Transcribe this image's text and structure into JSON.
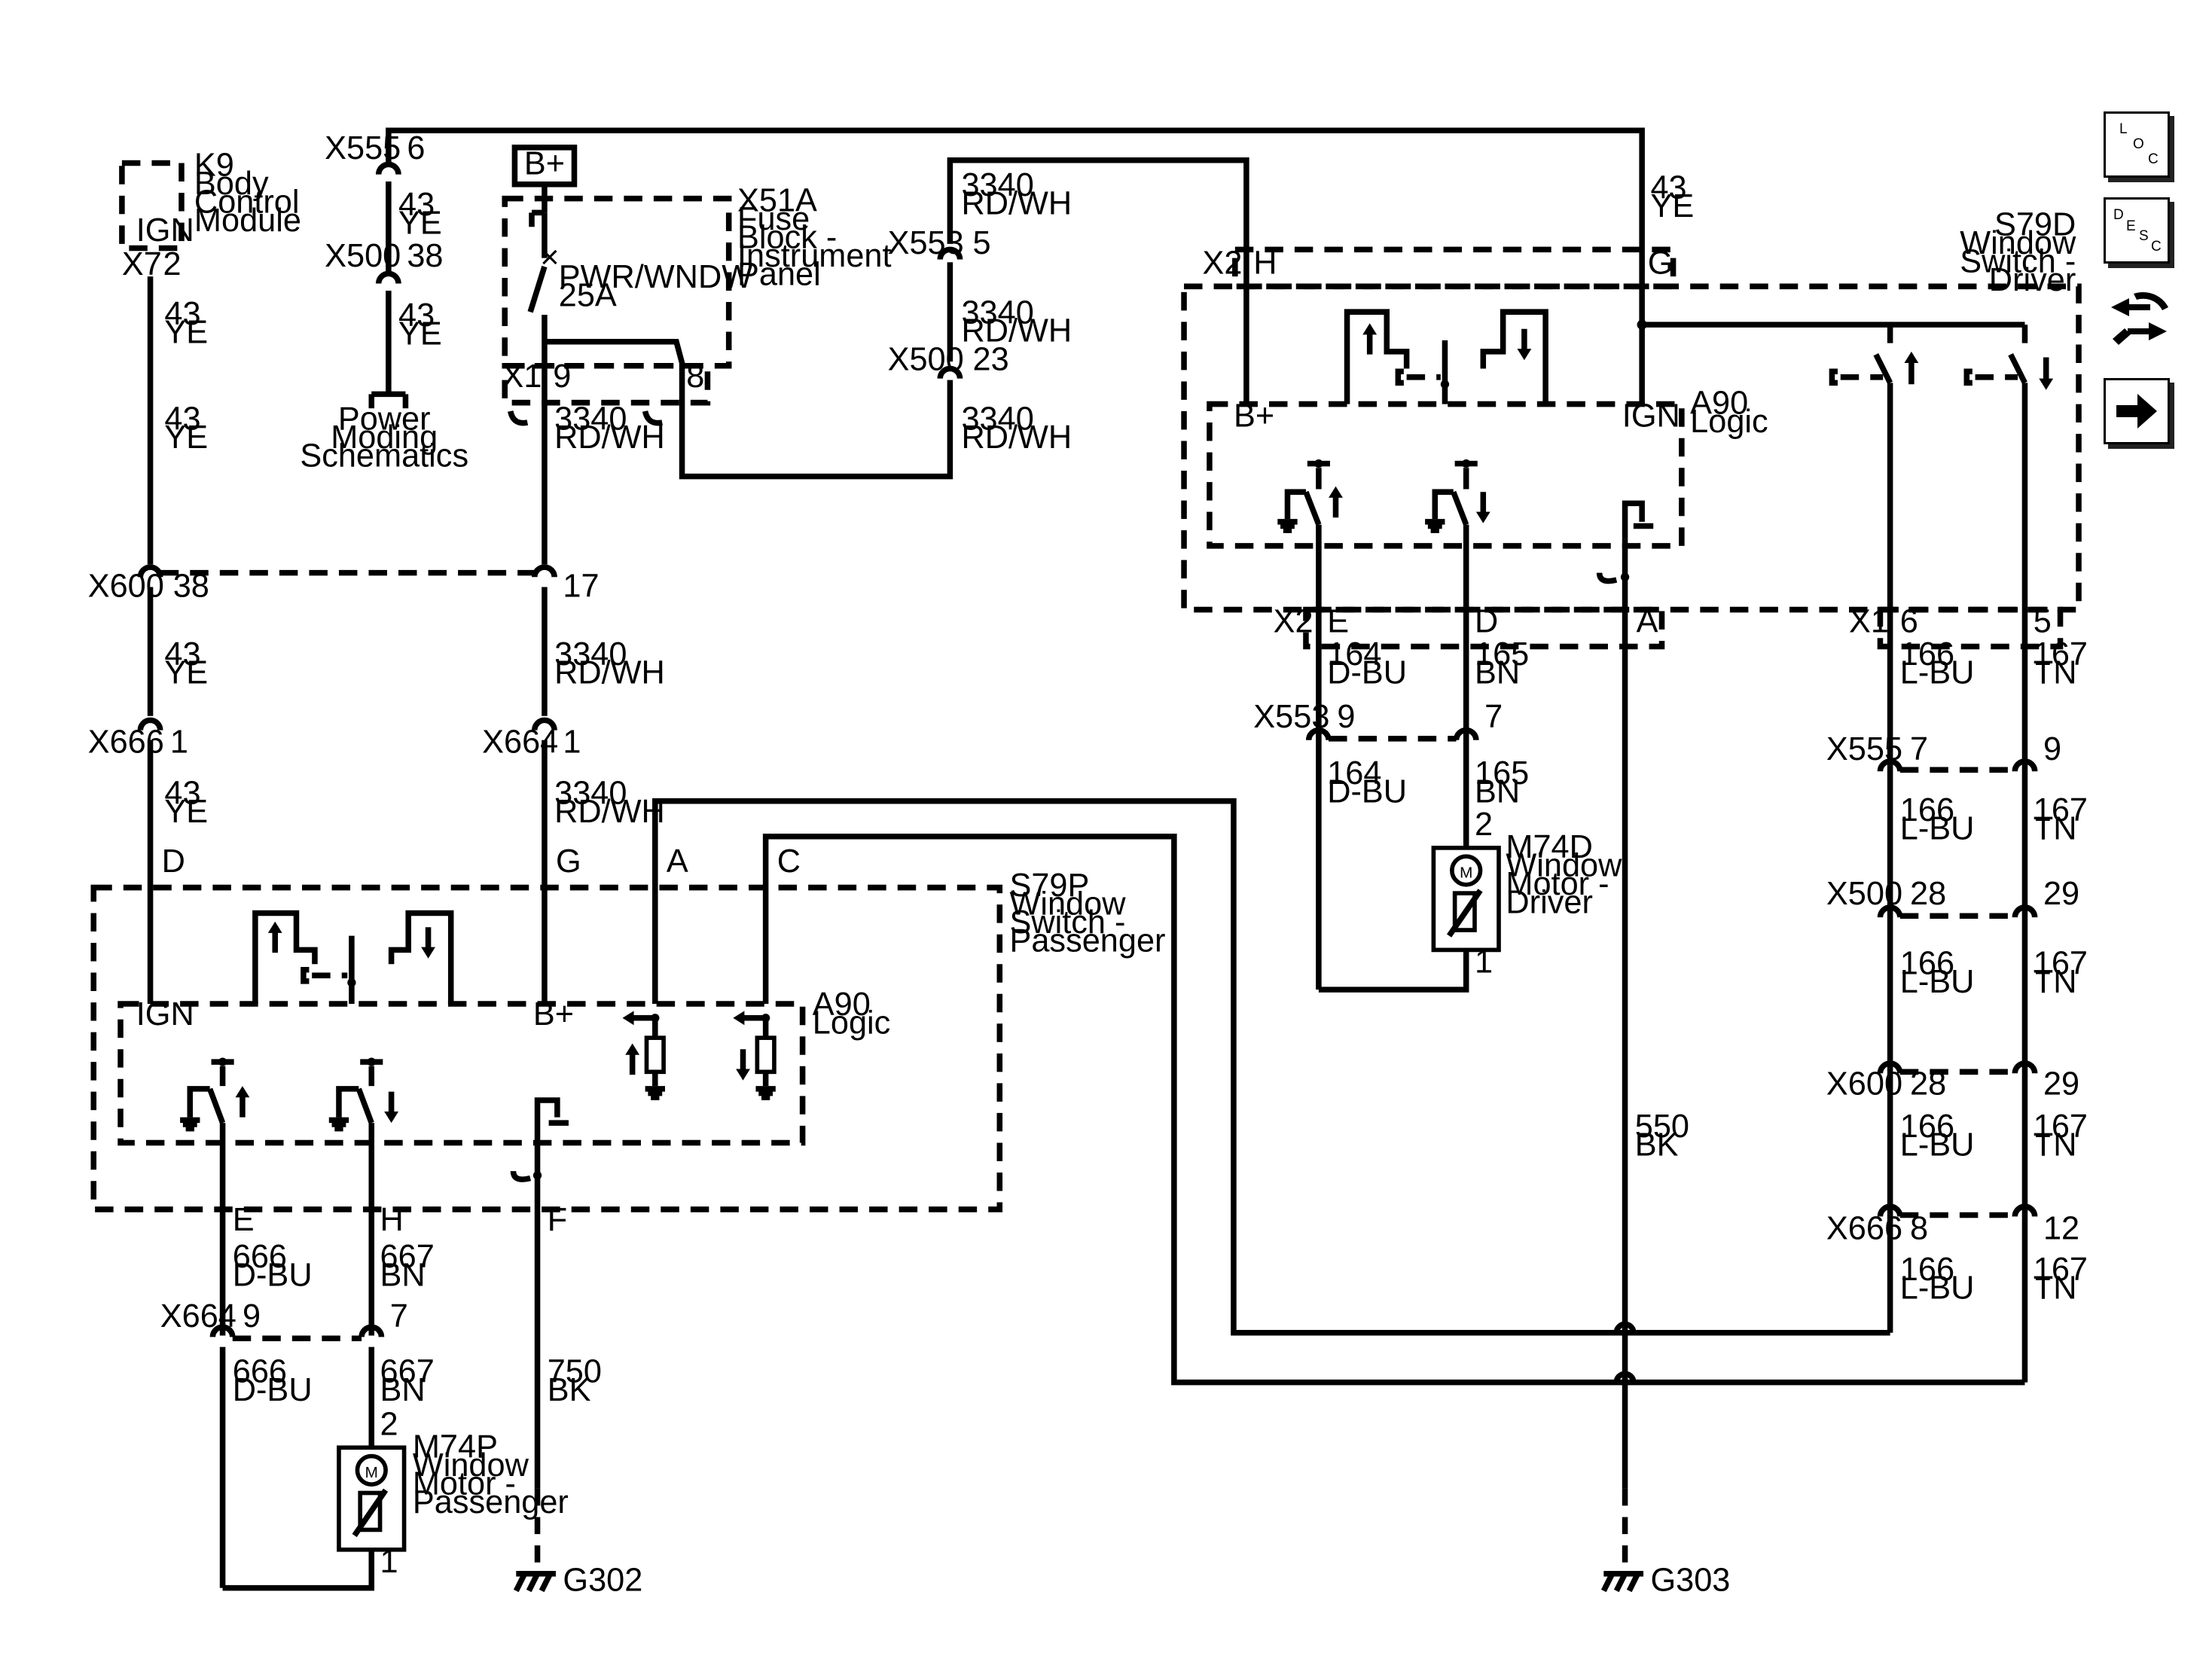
{
  "power": {
    "bplus": "B+"
  },
  "k9": {
    "id": "K9",
    "l1": "Body",
    "l2": "Control",
    "l3": "Module",
    "ign": "IGN",
    "conn": "X7",
    "pin": "2"
  },
  "x51a": {
    "id": "X51A",
    "l1": "Fuse",
    "l2": "Block -",
    "l3": "Instrument",
    "l4": "Panel",
    "fuse1": "PWR/WNDW",
    "fuse2": "25A",
    "conn": "X1",
    "pin9": "9",
    "pin8": "8"
  },
  "pm": {
    "l1": "Power",
    "l2": "Moding",
    "l3": "Schematics"
  },
  "s79d": {
    "id": "S79D",
    "l1": "Window",
    "l2": "Switch -",
    "l3": "Driver",
    "x2": "X2",
    "h": "H",
    "g": "G",
    "bplus": "B+",
    "ign": "IGN",
    "a90": "A90",
    "logic": "Logic",
    "e": "E",
    "d": "D",
    "a": "A",
    "x1": "X1",
    "p6": "6",
    "p5": "5"
  },
  "s79p": {
    "id": "S79P",
    "l1": "Window",
    "l2": "Switch -",
    "l3": "Passenger",
    "d": "D",
    "g": "G",
    "a": "A",
    "c": "C",
    "ign": "IGN",
    "bplus": "B+",
    "a90": "A90",
    "logic": "Logic",
    "e": "E",
    "h": "H",
    "f": "F"
  },
  "m74d": {
    "id": "M74D",
    "l1": "Window",
    "l2": "Motor -",
    "l3": "Driver",
    "m": "M",
    "p2": "2",
    "p1": "1"
  },
  "m74p": {
    "id": "M74P",
    "l1": "Window",
    "l2": "Motor -",
    "l3": "Passenger",
    "m": "M",
    "p2": "2",
    "p1": "1"
  },
  "connectors": {
    "x555a": "X555",
    "x555a_p": "6",
    "x500a": "X500",
    "x500a_p": "38",
    "x553a": "X553",
    "x553a_p": "5",
    "x500b": "X500",
    "x500b_p": "23",
    "x600a": "X600",
    "x600a_p1": "38",
    "x600a_p2": "17",
    "x666a": "X666",
    "x666a_p": "1",
    "x664a": "X664",
    "x664a_p": "1",
    "x553b": "X553",
    "x553b_p1": "9",
    "x553b_p2": "7",
    "x555b": "X555",
    "x555b_p1": "7",
    "x555b_p2": "9",
    "x500c": "X500",
    "x500c_p1": "28",
    "x500c_p2": "29",
    "x600b": "X600",
    "x600b_p1": "28",
    "x600b_p2": "29",
    "x666b": "X666",
    "x666b_p1": "8",
    "x666b_p2": "12",
    "x664b": "X664",
    "x664b_p1": "9",
    "x664b_p2": "7"
  },
  "wires": {
    "c43": "43",
    "ye": "YE",
    "c3340": "3340",
    "rdwh": "RD/WH",
    "c164": "164",
    "c165": "165",
    "c166": "166",
    "c167": "167",
    "dbu": "D-BU",
    "bn": "BN",
    "lbu": "L-BU",
    "tn": "TN",
    "c550": "550",
    "c666": "666",
    "c667": "667",
    "c750": "750",
    "bk": "BK"
  },
  "grounds": {
    "g302": "G302",
    "g303": "G303"
  },
  "sidebar": {
    "loc_l": "L",
    "loc_o": "O",
    "loc_c": "C",
    "desc_d": "D",
    "desc_e": "E",
    "desc_s": "S",
    "desc_c": "C"
  }
}
